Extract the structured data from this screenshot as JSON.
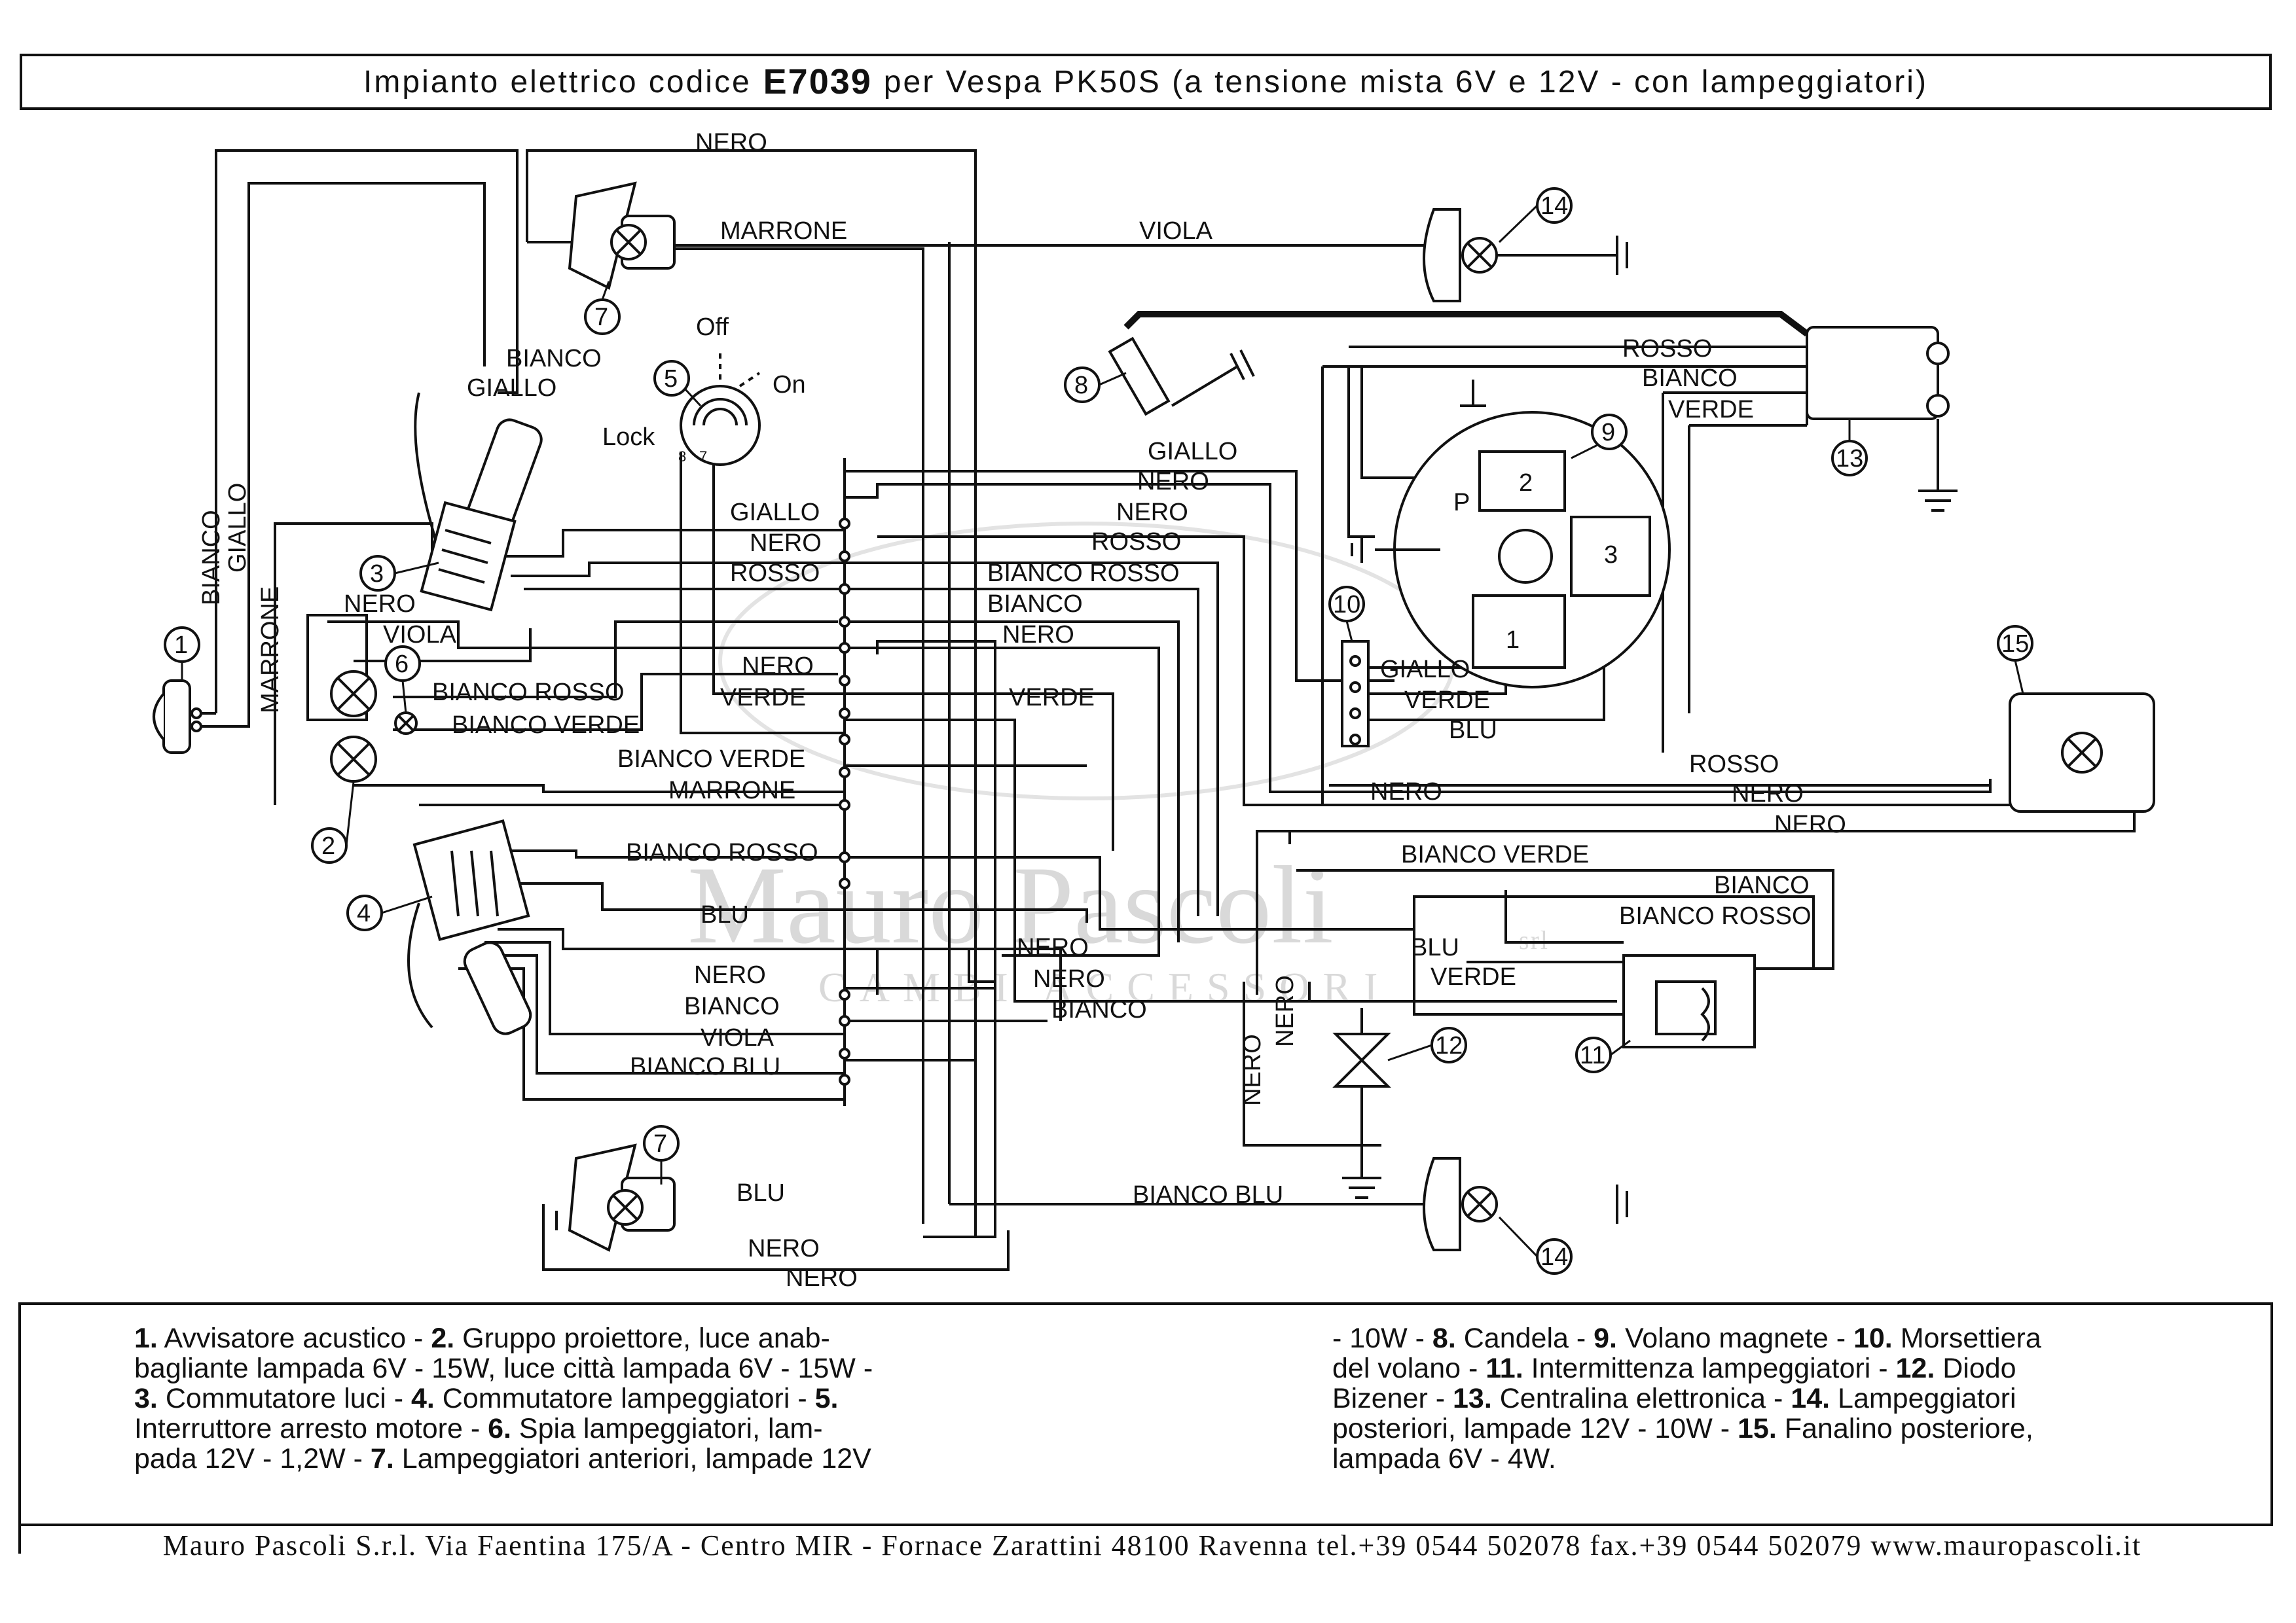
{
  "title": {
    "prefix": "Impianto elettrico codice",
    "code": "E7039",
    "suffix": "per Vespa PK50S (a tensione mista 6V e 12V - con lampeggiatori)"
  },
  "switch_labels": {
    "off": "Off",
    "on": "On",
    "lock": "Lock",
    "t8": "8",
    "t7": "7"
  },
  "component_numbers": [
    "1",
    "2",
    "3",
    "4",
    "5",
    "6",
    "7",
    "7",
    "8",
    "9",
    "10",
    "11",
    "12",
    "13",
    "14",
    "14",
    "15"
  ],
  "flywheel_coils": [
    "1",
    "2",
    "3",
    "P"
  ],
  "wires": {
    "nero_top": "NERO",
    "marrone_top": "MARRONE",
    "viola_top": "VIOLA",
    "bianco_hl": "BIANCO",
    "giallo_hl": "GIALLO",
    "bianco_v": "BIANCO",
    "giallo_v": "GIALLO",
    "marrone_v": "MARRONE",
    "nero_left": "NERO",
    "viola_left": "VIOLA",
    "bianco_rosso_left": "BIANCO ROSSO",
    "bianco_verde_left": "BIANCO VERDE",
    "giallo_c1": "GIALLO",
    "nero_c1": "NERO",
    "rosso_c1": "ROSSO",
    "nero_c2": "NERO",
    "verde_c2": "VERDE",
    "bianco_verde_c": "BIANCO VERDE",
    "marrone_c": "MARRONE",
    "bianco_rosso_c": "BIANCO ROSSO",
    "blu_c": "BLU",
    "nero_c3": "NERO",
    "bianco_c": "BIANCO",
    "viola_c": "VIOLA",
    "bianco_blu_c": "BIANCO BLU",
    "giallo_m": "GIALLO",
    "nero_m1": "NERO",
    "nero_m2": "NERO",
    "rosso_m": "ROSSO",
    "bianco_rosso_m": "BIANCO ROSSO",
    "bianco_m": "BIANCO",
    "nero_m3": "NERO",
    "verde_m": "VERDE",
    "nero_m4": "NERO",
    "nero_m5": "NERO",
    "bianco_m2": "BIANCO",
    "rosso_cdi": "ROSSO",
    "bianco_cdi": "BIANCO",
    "verde_cdi": "VERDE",
    "giallo_10": "GIALLO",
    "verde_10": "VERDE",
    "blu_10": "BLU",
    "rosso_r": "ROSSO",
    "nero_r1": "NERO",
    "nero_r2": "NERO",
    "nero_r3": "NERO",
    "bianco_verde_r": "BIANCO VERDE",
    "bianco_r": "BIANCO",
    "bianco_rosso_r": "BIANCO ROSSO",
    "blu_r": "BLU",
    "verde_r": "VERDE",
    "nero_v1": "NERO",
    "nero_v2": "NERO",
    "blu_bottom": "BLU",
    "bianco_blu_bottom": "BIANCO  BLU",
    "nero_b1": "NERO",
    "nero_b2": "NERO"
  },
  "watermark": {
    "name": "Mauro Pascoli",
    "sub": "CAMBI ACCESSORI",
    "srl": "srl"
  },
  "legend": {
    "left": [
      {
        "n": "1.",
        "t": " Avvisatore acustico - "
      },
      {
        "n": "2.",
        "t": " Gruppo proiettore, luce anab-"
      },
      {
        "n": "",
        "t": "bagliante lampada 6V - 15W, luce città lampada 6V - 15W -"
      },
      {
        "n": "3.",
        "t": " Commutatore luci - "
      },
      {
        "n": "4.",
        "t": " Commutatore lampeggiatori - "
      },
      {
        "n": "5.",
        "t": ""
      },
      {
        "n": "",
        "t": "Interruttore arresto motore - "
      },
      {
        "n": "6.",
        "t": " Spia lampeggiatori, lam-"
      },
      {
        "n": "",
        "t": "pada 12V - 1,2W - "
      },
      {
        "n": "7.",
        "t": " Lampeggiatori anteriori, lampade 12V"
      }
    ],
    "right": [
      {
        "n": "",
        "t": "- 10W - "
      },
      {
        "n": "8.",
        "t": " Candela - "
      },
      {
        "n": "9.",
        "t": " Volano magnete - "
      },
      {
        "n": "10.",
        "t": " Morsettiera"
      },
      {
        "n": "",
        "t": "del volano - "
      },
      {
        "n": "11.",
        "t": " Intermittenza lampeggiatori - "
      },
      {
        "n": "12.",
        "t": " Diodo"
      },
      {
        "n": "",
        "t": "Bizener - "
      },
      {
        "n": "13.",
        "t": " Centralina elettronica - "
      },
      {
        "n": "14.",
        "t": " Lampeggiatori"
      },
      {
        "n": "",
        "t": "posteriori, lampade 12V - 10W - "
      },
      {
        "n": "15.",
        "t": " Fanalino posteriore,"
      },
      {
        "n": "",
        "t": "lampada 6V - 4W."
      }
    ]
  },
  "footer": "Mauro Pascoli S.r.l. Via Faentina 175/A - Centro MIR - Fornace Zarattini 48100 Ravenna tel.+39 0544 502078 fax.+39 0544 502079 www.mauropascoli.it"
}
